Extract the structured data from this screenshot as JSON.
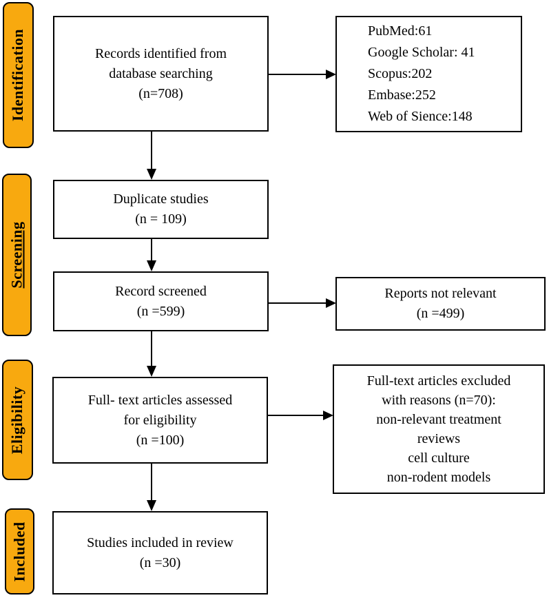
{
  "figure": {
    "type": "prisma-flow-diagram",
    "palette": {
      "stage_fill": "#F8A90F",
      "stage_border": "#000000",
      "box_fill": "#FFFFFF",
      "box_border": "#000000",
      "text": "#000000"
    }
  },
  "stages": [
    {
      "label": "Identification",
      "underline": false
    },
    {
      "label": "Screening",
      "underline": true
    },
    {
      "label": "Eligibility",
      "underline": false
    },
    {
      "label": "Included",
      "underline": false
    }
  ],
  "boxes": {
    "records": {
      "lines": [
        "Records identified from",
        "database searching",
        "(n=708)"
      ]
    },
    "databases": {
      "lines": [
        "PubMed:61",
        "Google Scholar: 41",
        "Scopus:202",
        "Embase:252",
        "Web of Sience:148"
      ]
    },
    "duplicate": {
      "lines": [
        "Duplicate studies",
        "(n = 109)"
      ]
    },
    "screened": {
      "lines": [
        "Record screened",
        "(n =599)"
      ]
    },
    "notrelevant": {
      "lines": [
        "Reports not relevant",
        "(n =499)"
      ]
    },
    "fulltext": {
      "lines": [
        "Full- text articles assessed",
        "for eligibility",
        "(n =100)"
      ]
    },
    "excluded": {
      "lines": [
        "Full-text articles excluded",
        "with reasons (n=70):",
        "non-relevant treatment",
        "reviews",
        "cell culture",
        "non-rodent models"
      ]
    },
    "included": {
      "lines": [
        "Studies included in review",
        "(n =30)"
      ]
    }
  }
}
